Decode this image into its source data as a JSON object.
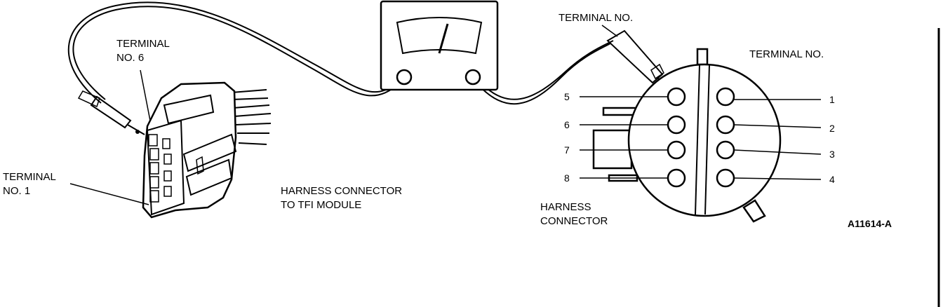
{
  "labels": {
    "terminal_no_6_line1": "TERMINAL",
    "terminal_no_6_line2": "NO. 6",
    "terminal_no_1_line1": "TERMINAL",
    "terminal_no_1_line2": "NO. 1",
    "tfi_connector_line1": "HARNESS CONNECTOR",
    "tfi_connector_line2": "TO TFI MODULE",
    "probe_terminal": "TERMINAL NO.",
    "right_terminal": "TERMINAL NO.",
    "harness_connector_line1": "HARNESS",
    "harness_connector_line2": "CONNECTOR",
    "figure_ref": "A11614-A"
  },
  "pins": {
    "left": [
      "5",
      "6",
      "7",
      "8"
    ],
    "right": [
      "1",
      "2",
      "3",
      "4"
    ]
  }
}
